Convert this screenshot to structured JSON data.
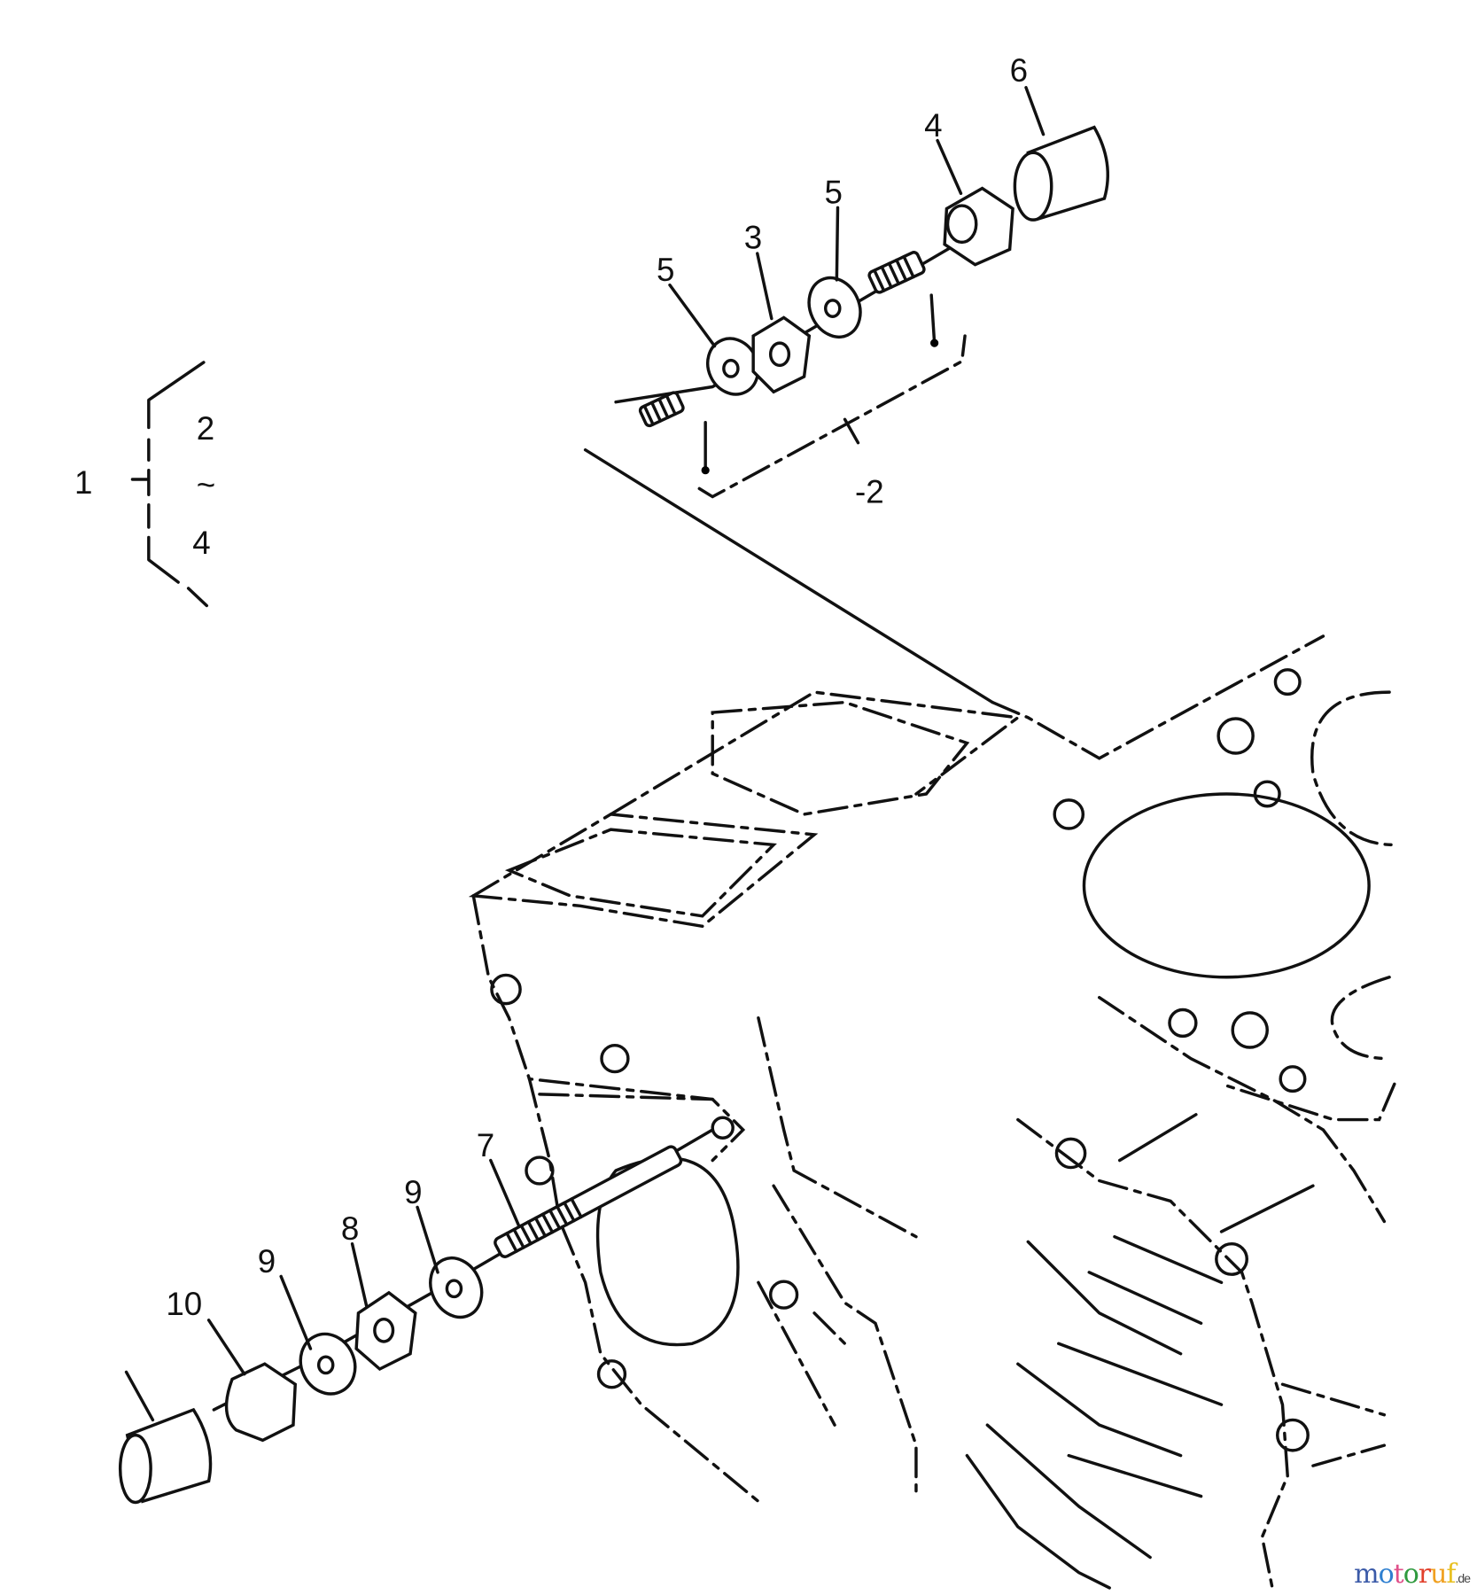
{
  "diagram": {
    "callouts": [
      {
        "id": "callout-6",
        "text": "6"
      },
      {
        "id": "callout-4-top",
        "text": "4"
      },
      {
        "id": "callout-5-right",
        "text": "5"
      },
      {
        "id": "callout-3",
        "text": "3"
      },
      {
        "id": "callout-5-left",
        "text": "5"
      },
      {
        "id": "callout-2-bracket",
        "text": "-2"
      },
      {
        "id": "callout-7",
        "text": "7"
      },
      {
        "id": "callout-9-right",
        "text": "9"
      },
      {
        "id": "callout-8",
        "text": "8"
      },
      {
        "id": "callout-9-left",
        "text": "9"
      },
      {
        "id": "callout-10",
        "text": "10"
      }
    ],
    "legend": {
      "assembly": "1",
      "range_start": "2",
      "range_sep": "~",
      "range_end": "4"
    }
  },
  "watermark": {
    "text": "motoruf",
    "suffix": ".de",
    "colors": [
      "#3b5aa8",
      "#2e7fd0",
      "#e0508a",
      "#2f9a3e",
      "#e2402c",
      "#f0a020",
      "#e8c020"
    ]
  }
}
